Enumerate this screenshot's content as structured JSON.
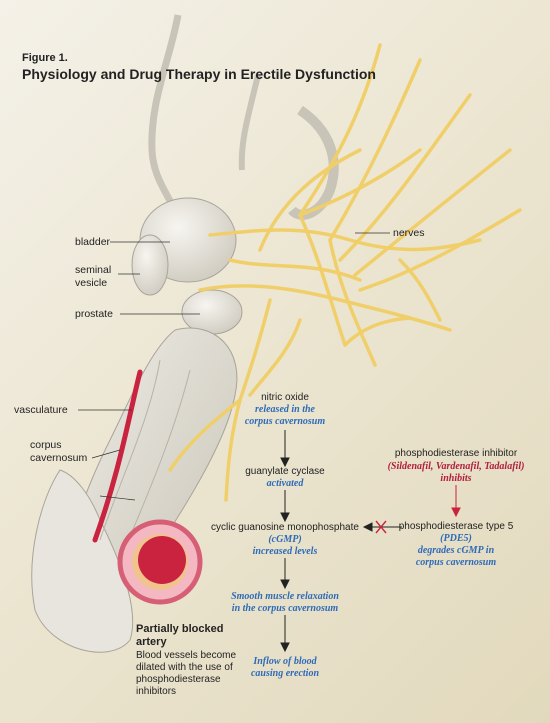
{
  "figure": {
    "label": "Figure 1.",
    "title": "Physiology and Drug Therapy in Erectile Dysfunction"
  },
  "anatomy": {
    "bladder": "bladder",
    "seminal_line1": "seminal",
    "seminal_line2": "vesicle",
    "prostate": "prostate",
    "nerves": "nerves",
    "vasculature": "vasculature",
    "corpus_line1": "corpus",
    "corpus_line2": "cavernosum"
  },
  "pathway": {
    "nitric_oxide": "nitric oxide",
    "no_note_1": "released in the",
    "no_note_2": "corpus cavernosum",
    "gc": "guanylate cyclase",
    "gc_note": "activated",
    "cgmp": "cyclic guanosine monophosphate",
    "cgmp_abbr": "(cGMP)",
    "cgmp_note": "increased levels",
    "relax_1": "Smooth muscle relaxation",
    "relax_2": "in the corpus cavernosum",
    "inflow_1": "Inflow of blood",
    "inflow_2": "causing erection"
  },
  "inhibitor": {
    "title": "phosphodiesterase inhibitor",
    "drugs": "(Sildenafil, Vardenafil, Tadalafil)",
    "action": "inhibits",
    "pde_name": "phosphodiesterase type 5",
    "pde_abbr": "(PDE5)",
    "pde_note_1": "degrades cGMP in",
    "pde_note_2": "corpus cavernosum"
  },
  "callout": {
    "title_1": "Partially blocked",
    "title_2": "artery",
    "body": "Blood vessels become dilated with the use of phosphodiesterase inhibitors"
  },
  "colors": {
    "blue_text": "#2e6bb7",
    "red_text": "#b21e3b",
    "nerve": "#f0cf6a",
    "artery": "#c9233f"
  }
}
